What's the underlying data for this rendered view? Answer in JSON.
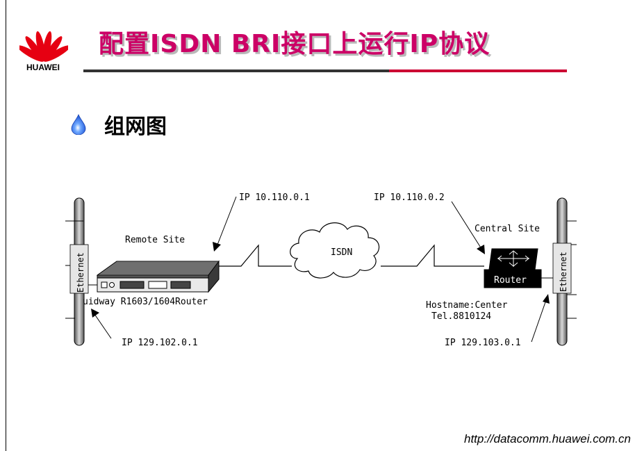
{
  "header": {
    "logo_text": "HUAWEI",
    "title": "配置ISDN BRI接口上运行IP协议",
    "title_color": "#cc0066",
    "rule_color": "#cc0033"
  },
  "section": {
    "subtitle": "组网图"
  },
  "diagram": {
    "left_bus_label": "Ethernet",
    "right_bus_label": "Ethernet",
    "remote_ip_wan": "IP 10.110.0.1",
    "center_ip_wan": "IP 10.110.0.2",
    "remote_site_label": "Remote Site",
    "central_site_label": "Central Site",
    "cloud_label": "ISDN",
    "router_label": "Router",
    "remote_router_model": "uidway R1603/1604Router",
    "hostname": "Hostname:Center",
    "tel": "Tel.8810124",
    "remote_ip_lan": "IP 129.102.0.1",
    "center_ip_lan": "IP 129.103.0.1"
  },
  "footer": {
    "url": "http://datacomm.huawei.com.cn"
  }
}
